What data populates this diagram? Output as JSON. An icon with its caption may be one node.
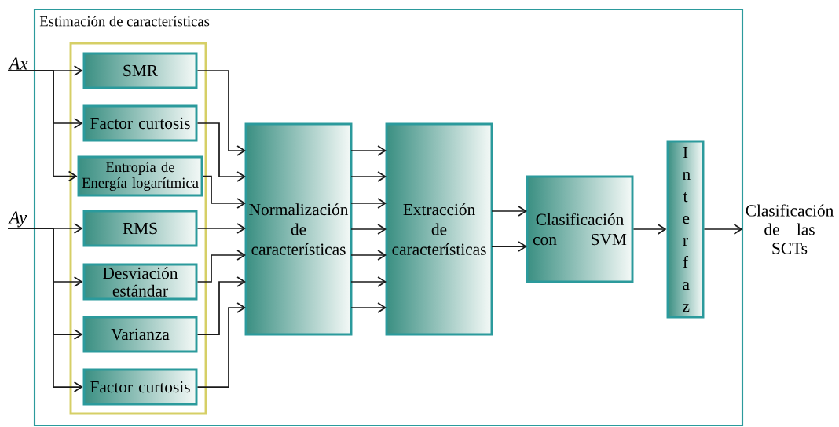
{
  "diagram": {
    "nodes": [
      {
        "text": [
          "Estimación de características"
        ]
      },
      {
        "text": [],
        "shape": "box",
        "in": 0
      },
      {
        "text": [
          "SMR"
        ],
        "in": 1
      },
      {
        "text": [
          "Factor curtosis"
        ],
        "in": 1
      },
      {
        "text": [
          "Entropía de Energía logarítmica"
        ],
        "in": 1
      },
      {
        "text": [
          "RMS"
        ],
        "in": 1
      },
      {
        "text": [
          "Desviación estándar"
        ],
        "in": 1
      },
      {
        "text": [
          "Varianza"
        ],
        "in": 1
      },
      {
        "text": [
          "Factor curtosis"
        ],
        "in": 1
      },
      {
        "text": [
          "Normalización de características"
        ],
        "in": 0
      },
      {
        "text": [
          "Extracción de características"
        ],
        "in": 0
      },
      {
        "text": [
          "Clasificación con SVM"
        ],
        "in": 0
      },
      {
        "text": [
          "Interfaz"
        ],
        "in": 0
      },
      {
        "text": [
          "*Ax*"
        ]
      },
      {
        "text": [
          "*Ay*"
        ]
      },
      {
        "text": [
          "Clasificación de las SCTs"
        ]
      }
    ],
    "edges": [
      {
        "from": 13,
        "to": 2,
        "arrow": "to"
      },
      {
        "from": 13,
        "to": 3,
        "arrow": "to"
      },
      {
        "from": 13,
        "to": 4,
        "arrow": "to"
      },
      {
        "from": 14,
        "to": 5,
        "arrow": "to"
      },
      {
        "from": 14,
        "to": 6,
        "arrow": "to"
      },
      {
        "from": 14,
        "to": 7,
        "arrow": "to"
      },
      {
        "from": 14,
        "to": 8,
        "arrow": "to"
      },
      {
        "from": 2,
        "to": 9,
        "arrow": "to"
      },
      {
        "from": 3,
        "to": 9,
        "arrow": "to"
      },
      {
        "from": 4,
        "to": 9,
        "arrow": "to"
      },
      {
        "from": 5,
        "to": 9,
        "arrow": "to"
      },
      {
        "from": 6,
        "to": 9,
        "arrow": "to"
      },
      {
        "from": 7,
        "to": 9,
        "arrow": "to"
      },
      {
        "from": 8,
        "to": 9,
        "arrow": "to"
      },
      {
        "from": 9,
        "to": 10,
        "arrow": "to"
      },
      {
        "from": 9,
        "to": 10,
        "arrow": "to"
      },
      {
        "from": 9,
        "to": 10,
        "arrow": "to"
      },
      {
        "from": 9,
        "to": 10,
        "arrow": "to"
      },
      {
        "from": 9,
        "to": 10,
        "arrow": "to"
      },
      {
        "from": 9,
        "to": 10,
        "arrow": "to"
      },
      {
        "from": 9,
        "to": 10,
        "arrow": "to"
      },
      {
        "from": 10,
        "to": 11,
        "arrow": "to"
      },
      {
        "from": 10,
        "to": 11,
        "arrow": "to"
      },
      {
        "from": 11,
        "to": 12,
        "arrow": "to"
      },
      {
        "from": 12,
        "to": 15,
        "arrow": "to"
      }
    ]
  }
}
